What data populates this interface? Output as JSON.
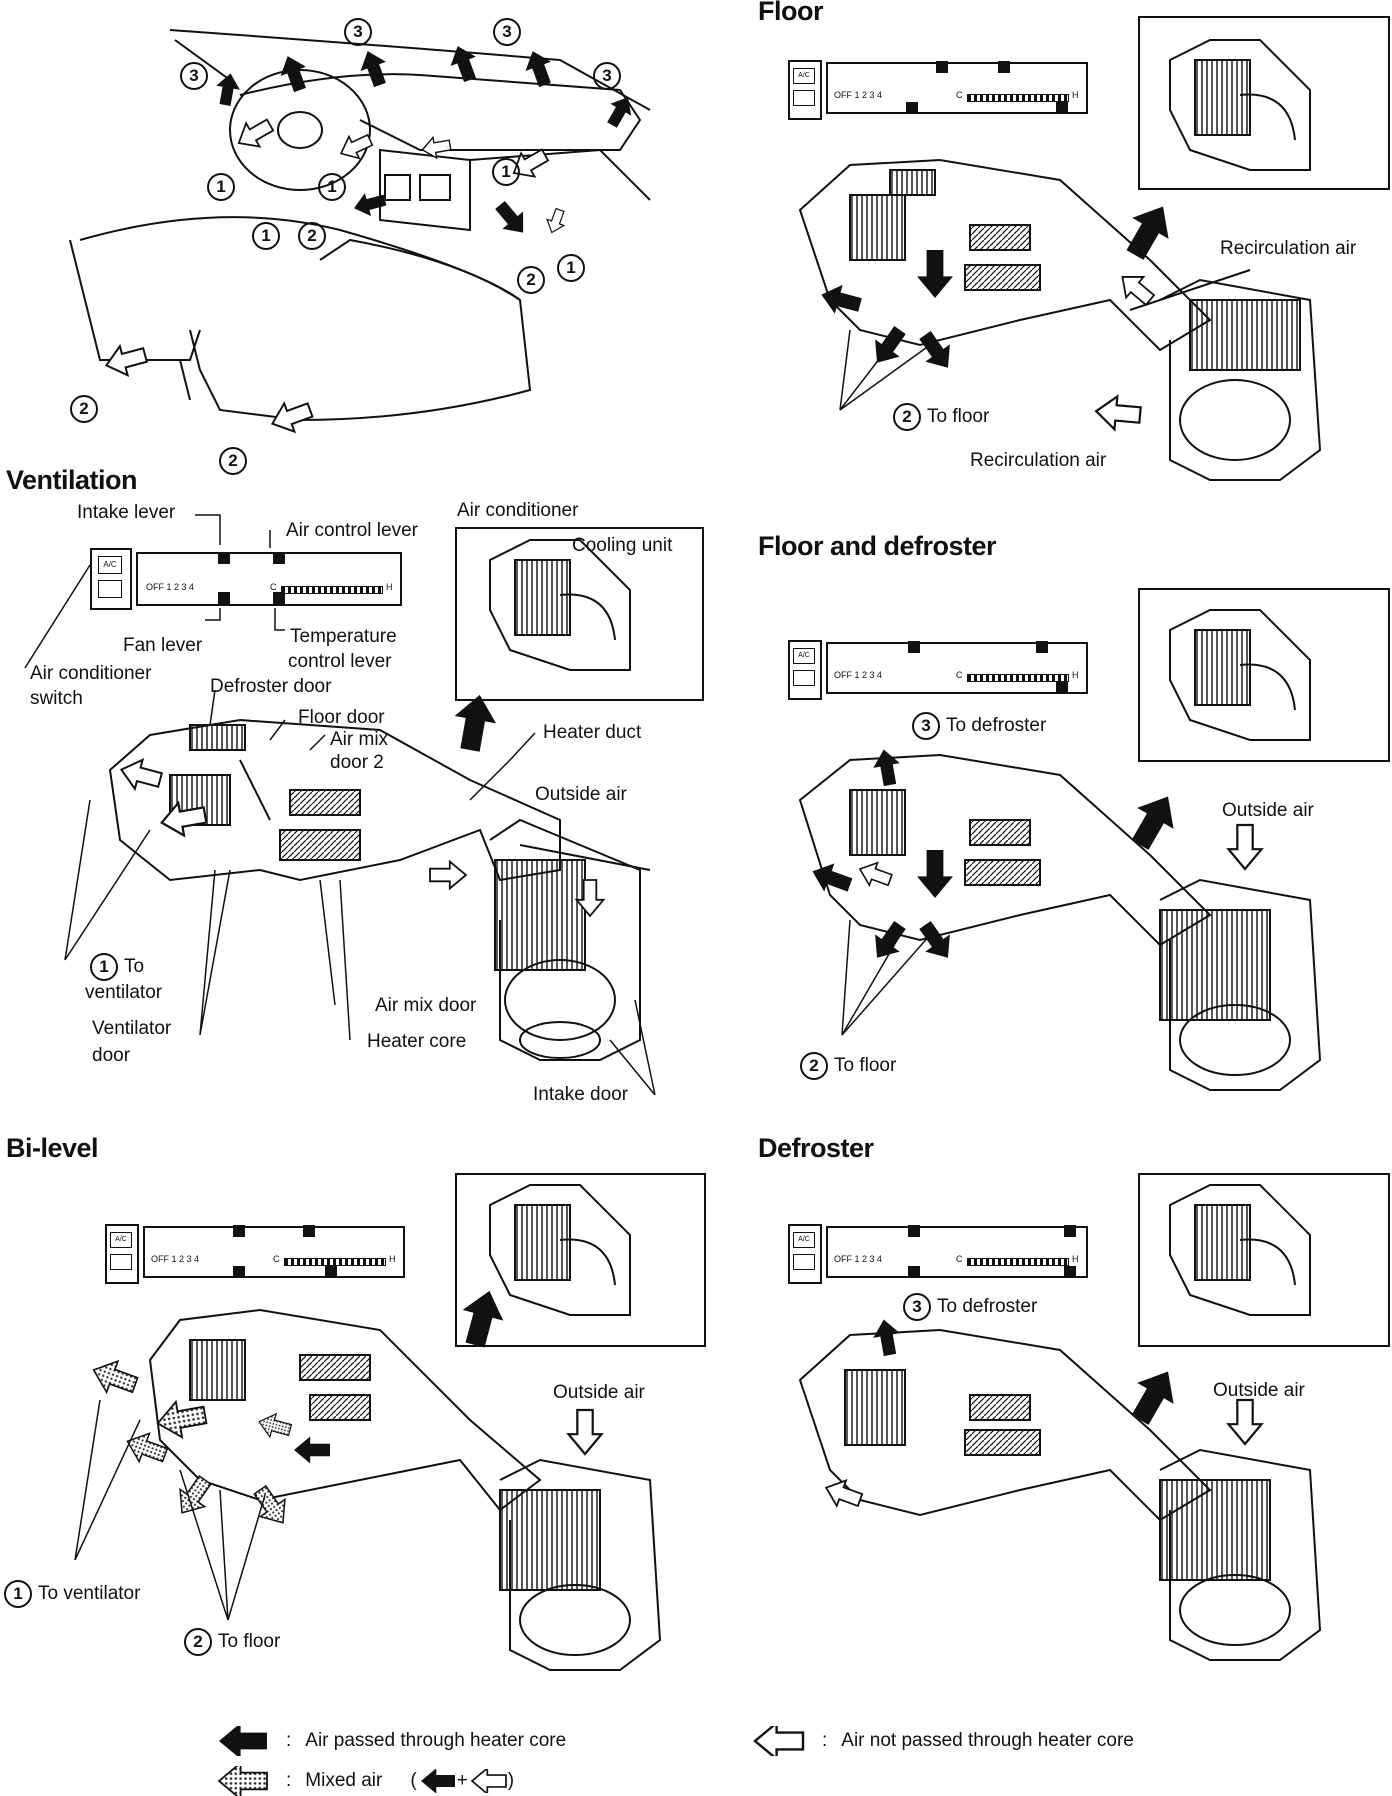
{
  "sections": {
    "floor": "Floor",
    "ventilation": "Ventilation",
    "floor_defroster": "Floor and defroster",
    "bilevel": "Bi-level",
    "defroster": "Defroster"
  },
  "numbers": {
    "one": "1",
    "two": "2",
    "three": "3"
  },
  "ventilation": {
    "intake_lever": "Intake lever",
    "air_control_lever": "Air control lever",
    "fan_lever": "Fan lever",
    "temp_control_lever_1": "Temperature",
    "temp_control_lever_2": "control lever",
    "ac_switch_1": "Air conditioner",
    "ac_switch_2": "switch",
    "defroster_door": "Defroster door",
    "floor_door": "Floor door",
    "air_mix_door_2_a": "Air mix",
    "air_mix_door_2_b": "door 2",
    "heater_duct": "Heater duct",
    "outside_air": "Outside air",
    "air_conditioner": "Air conditioner",
    "cooling_unit": "Cooling unit",
    "to_ventilator_a": "To",
    "to_ventilator_b": "ventilator",
    "ventilator_door_a": "Ventilator",
    "ventilator_door_b": "door",
    "air_mix_door": "Air mix door",
    "heater_core": "Heater core",
    "intake_door": "Intake door"
  },
  "floor": {
    "recirculation_air_top": "Recirculation air",
    "recirculation_air_bottom": "Recirculation air",
    "to_floor": "To floor"
  },
  "floor_defroster": {
    "to_defroster": "To defroster",
    "outside_air": "Outside air",
    "to_floor": "To floor"
  },
  "bilevel": {
    "outside_air": "Outside air",
    "to_ventilator": "To ventilator",
    "to_floor": "To floor"
  },
  "defroster": {
    "to_defroster": "To defroster",
    "outside_air": "Outside air"
  },
  "panel": {
    "ac_label": "A/C",
    "fan_scale": "OFF 1 2 3 4",
    "temp_c": "C",
    "temp_h": "H"
  },
  "legend": {
    "colon": ":",
    "heater_core": "Air passed through heater core",
    "not_heater_core": "Air not passed through heater core",
    "mixed": "Mixed air",
    "mixed_formula_open": "(",
    "mixed_formula_plus": "+",
    "mixed_formula_close": ")"
  }
}
